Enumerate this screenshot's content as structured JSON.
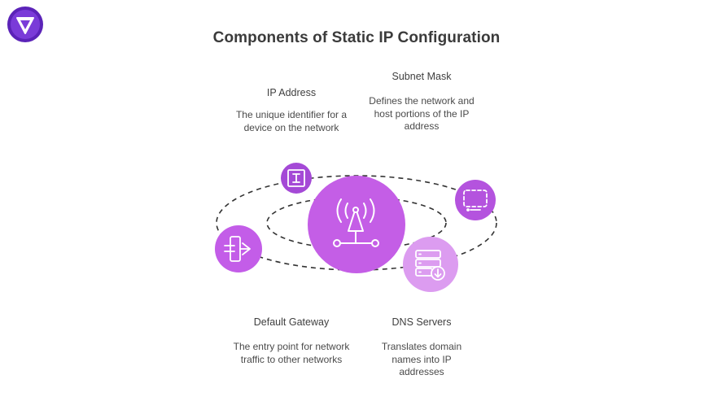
{
  "title": "Components of Static IP Configuration",
  "components": {
    "ip_address": {
      "label": "IP Address",
      "description": "The unique identifier for a device on the network",
      "icon": "text-cursor-box-icon"
    },
    "subnet_mask": {
      "label": "Subnet Mask",
      "description": "Defines the network and host portions of the IP address",
      "icon": "dashed-mask-icon"
    },
    "default_gateway": {
      "label": "Default Gateway",
      "description": "The entry point for network traffic to other networks",
      "icon": "gateway-arrow-icon"
    },
    "dns_servers": {
      "label": "DNS Servers",
      "description": "Translates domain names into IP addresses",
      "icon": "server-download-icon"
    }
  },
  "center_icon": "antenna-network-icon",
  "colors": {
    "center": "#c45ee6",
    "ip_address": "#a449d6",
    "subnet_mask": "#b453de",
    "default_gateway": "#c35de8",
    "dns_servers": "#dc9cf0",
    "orbit": "#333333",
    "logo": "#6a2bc4"
  }
}
